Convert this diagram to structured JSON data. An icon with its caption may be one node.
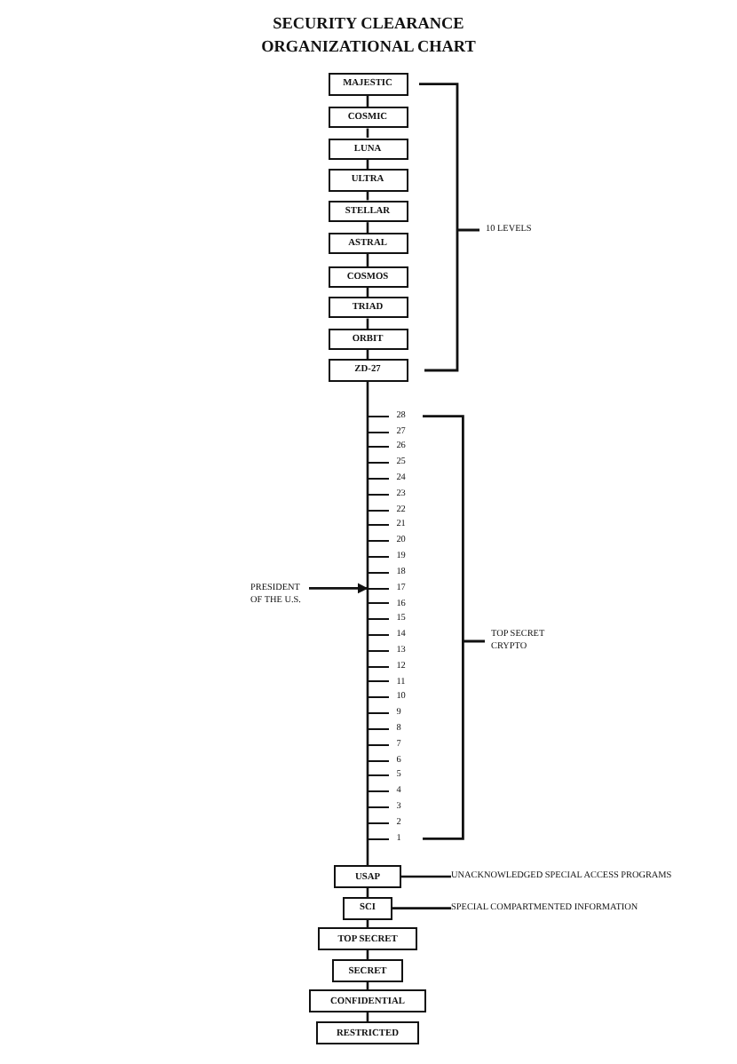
{
  "diagram": {
    "title": "SECURITY CLEARANCE ORGANIZATIONAL CHART",
    "nodes": [
      {
        "text": [
          "MAJESTIC"
        ]
      },
      {
        "text": [
          "COSMIC"
        ]
      },
      {
        "text": [
          "LUNA"
        ]
      },
      {
        "text": [
          "ULTRA"
        ]
      },
      {
        "text": [
          "STELLAR"
        ]
      },
      {
        "text": [
          "ASTRAL"
        ]
      },
      {
        "text": [
          "COSMOS"
        ]
      },
      {
        "text": [
          "TRIAD"
        ]
      },
      {
        "text": [
          "ORBIT"
        ]
      },
      {
        "text": [
          "ZD-27"
        ]
      },
      {
        "text": [
          "PRESIDENT OF THE U.S."
        ]
      },
      {
        "text": [
          "17"
        ]
      },
      {
        "text": [
          "USAP"
        ]
      },
      {
        "text": [
          "UNACKNOWLEDGED SPECIAL ACCESS PROGRAMS"
        ]
      },
      {
        "text": [
          "SCI"
        ]
      },
      {
        "text": [
          "SPECIAL COMPARTMENTED INFORMATION"
        ]
      },
      {
        "text": [
          "TOP SECRET"
        ]
      },
      {
        "text": [
          "SECRET"
        ]
      },
      {
        "text": [
          "CONFIDENTIAL"
        ]
      },
      {
        "text": [
          "RESTRICTED"
        ]
      }
    ],
    "edges": [
      {
        "from": 0,
        "to": 1,
        "arrow": "none"
      },
      {
        "from": 1,
        "to": 2,
        "arrow": "none"
      },
      {
        "from": 2,
        "to": 3,
        "arrow": "none"
      },
      {
        "from": 3,
        "to": 4,
        "arrow": "none"
      },
      {
        "from": 4,
        "to": 5,
        "arrow": "none"
      },
      {
        "from": 5,
        "to": 6,
        "arrow": "none"
      },
      {
        "from": 6,
        "to": 7,
        "arrow": "none"
      },
      {
        "from": 7,
        "to": 8,
        "arrow": "none"
      },
      {
        "from": 8,
        "to": 9,
        "arrow": "none"
      },
      {
        "from": 9,
        "to": 12,
        "arrow": "none"
      },
      {
        "from": 10,
        "to": 11,
        "arrow": "to"
      },
      {
        "from": 12,
        "to": 13,
        "arrow": "none"
      },
      {
        "from": 12,
        "to": 14,
        "arrow": "none"
      },
      {
        "from": 14,
        "to": 15,
        "arrow": "none"
      },
      {
        "from": 14,
        "to": 16,
        "arrow": "none"
      },
      {
        "from": 16,
        "to": 17,
        "arrow": "none"
      },
      {
        "from": 17,
        "to": 18,
        "arrow": "none"
      },
      {
        "from": 18,
        "to": 19,
        "arrow": "none"
      }
    ],
    "labels": [
      "10 LEVELS",
      "28",
      "27",
      "26",
      "25",
      "24",
      "23",
      "22",
      "21",
      "20",
      "19",
      "18",
      "16",
      "15",
      "14",
      "13",
      "12",
      "11",
      "10",
      "9",
      "8",
      "7",
      "6",
      "5",
      "4",
      "3",
      "2",
      "1",
      "TOP SECRET CRYPTO"
    ]
  }
}
